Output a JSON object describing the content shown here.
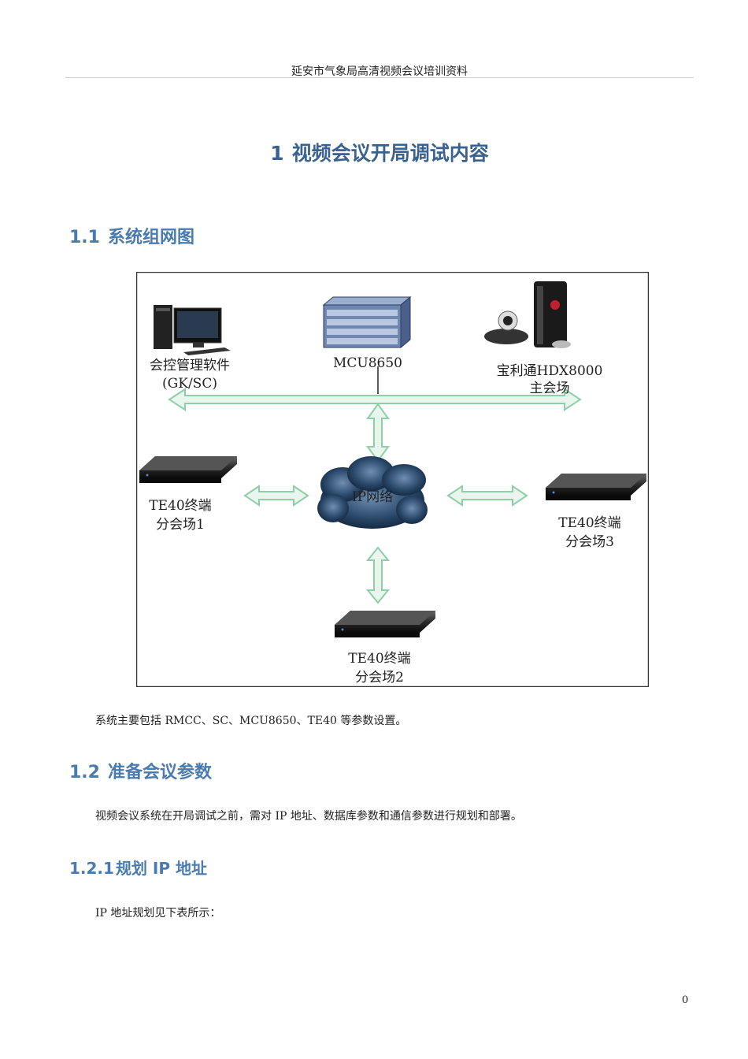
{
  "header": {
    "title": "延安市气象局高清视频会议培训资料"
  },
  "chapter": {
    "number": "1",
    "title": "视频会议开局调试内容"
  },
  "section_1_1": {
    "number": "1.1",
    "title": "系统组网图"
  },
  "diagram": {
    "gk_line1": "会控管理软件",
    "gk_line2": "(GK/SC)",
    "mcu": "MCU8650",
    "hdx_line1": "宝利通HDX8000",
    "hdx_line2": "主会场",
    "cloud": "IP网络",
    "te1_line1": "TE40终端",
    "te1_line2": "分会场1",
    "te3_line1": "TE40终端",
    "te3_line2": "分会场3",
    "te2_line1": "TE40终端",
    "te2_line2": "分会场2",
    "colors": {
      "arrow_fill": "#e8f6ee",
      "arrow_stroke": "#8fcfa8",
      "cloud": "#2c4a6b"
    }
  },
  "para1": "系统主要包括 RMCC、SC、MCU8650、TE40 等参数设置。",
  "section_1_2": {
    "number": "1.2",
    "title": "准备会议参数"
  },
  "para2": "视频会议系统在开局调试之前，需对 IP 地址、数据库参数和通信参数进行规划和部署。",
  "section_1_2_1": {
    "number": "1.2.1",
    "title": "规划 IP 地址"
  },
  "para3": "IP 地址规划见下表所示：",
  "page_number": "0"
}
